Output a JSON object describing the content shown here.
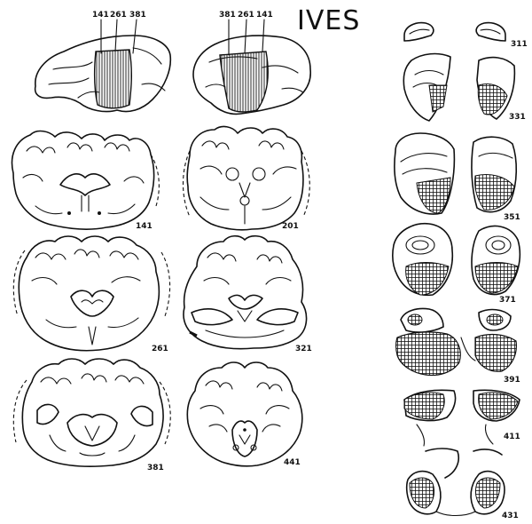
{
  "figure_title": "IVES",
  "lateral_view": {
    "labels": [
      "141",
      "261",
      "381"
    ]
  },
  "medial_view": {
    "labels": [
      "381",
      "261",
      "141"
    ]
  },
  "coronal_sections": [
    "141",
    "201",
    "261",
    "321",
    "381",
    "441"
  ],
  "right_column_sections": [
    "311",
    "331",
    "351",
    "371",
    "391",
    "411",
    "431"
  ]
}
